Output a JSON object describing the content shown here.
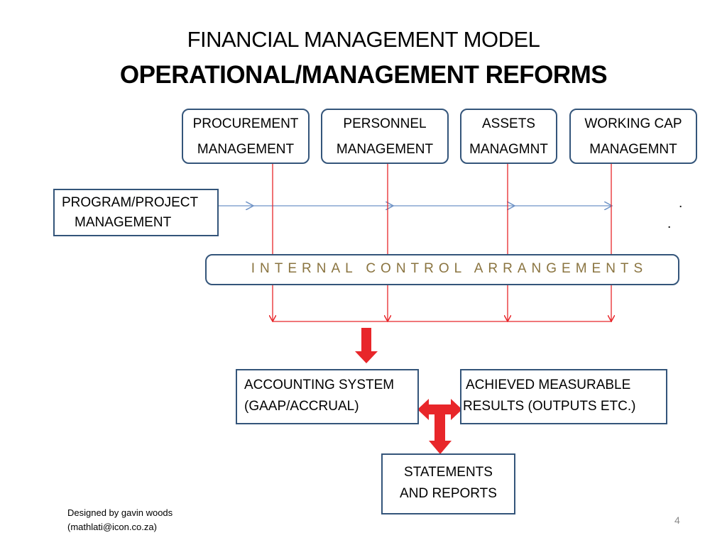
{
  "title": {
    "line1": "FINANCIAL MANAGEMENT MODEL",
    "line2": "OPERATIONAL/MANAGEMENT REFORMS"
  },
  "functions": [
    {
      "line1": "PROCUREMENT",
      "line2": "MANAGEMENT"
    },
    {
      "line1": "PERSONNEL",
      "line2": "MANAGEMENT"
    },
    {
      "line1": "ASSETS",
      "line2": "MANAGMNT"
    },
    {
      "line1": "WORKING  CAP",
      "line2": "MANAGEMNT"
    }
  ],
  "program": {
    "line1": "PROGRAM/PROJECT",
    "line2": "MANAGEMENT"
  },
  "dots": [
    ".",
    "."
  ],
  "internal_control": "INTERNAL CONTROL ARRANGEMENTS",
  "accounting": {
    "line1": "ACCOUNTING SYSTEM",
    "line2": "(GAAP/ACCRUAL)"
  },
  "results": {
    "line1": "ACHIEVED  MEASURABLE",
    "line2": "RESULTS (OUTPUTS  ETC.)"
  },
  "statements": {
    "line1": "STATEMENTS",
    "line2": "AND REPORTS"
  },
  "footer": {
    "line1": "Designed by gavin woods",
    "line2": "(mathlati@icon.co.za)"
  },
  "page_number": "4",
  "colors": {
    "box_border": "#34557a",
    "arrow_red": "#e8262a",
    "flow_blue": "#6f93c6",
    "ica_text": "#8a7440"
  }
}
